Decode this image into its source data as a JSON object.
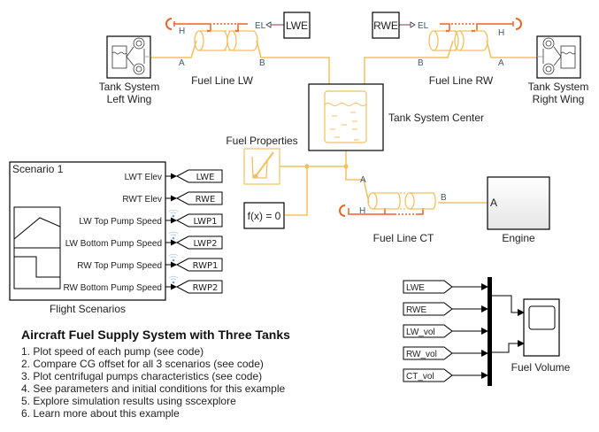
{
  "diagram": {
    "title": "Aircraft Fuel Supply System with Three Tanks",
    "links": [
      "1. Plot speed of each pump (see code)",
      "2. Compare CG offset for all 3 scenarios (see code)",
      "3. Plot centrifugal pumps characteristics (see code)",
      "4. See parameters and initial conditions for this example",
      "5. Explore simulation results using sscexplore",
      "6. Learn more about this example"
    ],
    "colors": {
      "fluid_line": "#f0c060",
      "thermal_line": "#e8642c",
      "port_label": "#3d5a6b",
      "signal": "#000000"
    }
  },
  "blocks": {
    "tank_left": {
      "label_line1": "Tank System",
      "label_line2": "Left Wing"
    },
    "tank_right": {
      "label_line1": "Tank System",
      "label_line2": "Right Wing"
    },
    "tank_center": {
      "label": "Tank System Center"
    },
    "fuel_line_lw": {
      "label": "Fuel Line LW",
      "port_a": "A",
      "port_b": "B",
      "port_h": "H",
      "port_el": "EL"
    },
    "fuel_line_rw": {
      "label": "Fuel Line RW",
      "port_a": "A",
      "port_b": "B",
      "port_h": "H",
      "port_el": "EL"
    },
    "fuel_line_ct": {
      "label": "Fuel Line CT",
      "port_a": "A",
      "port_b": "B",
      "port_h": "H"
    },
    "from_lwe": {
      "label": "LWE"
    },
    "from_rwe": {
      "label": "RWE"
    },
    "fuel_properties": {
      "label": "Fuel Properties"
    },
    "solver": {
      "label": "f(x) = 0"
    },
    "engine": {
      "label": "Engine",
      "port_a": "A"
    },
    "flight_scenarios": {
      "label": "Flight Scenarios",
      "scenario": "Scenario 1",
      "outputs": [
        "LWT Elev",
        "RWT Elev",
        "LW Top Pump Speed",
        "LW Bottom Pump Speed",
        "RW Top Pump Speed",
        "RW Bottom Pump Speed"
      ],
      "gotos": [
        "LWE",
        "RWE",
        "LWP1",
        "LWP2",
        "RWP1",
        "RWP2"
      ]
    },
    "scope_inputs": [
      "LWE",
      "RWE",
      "LW_vol",
      "RW_vol",
      "CT_vol"
    ],
    "scope": {
      "label": "Fuel Volume"
    }
  }
}
